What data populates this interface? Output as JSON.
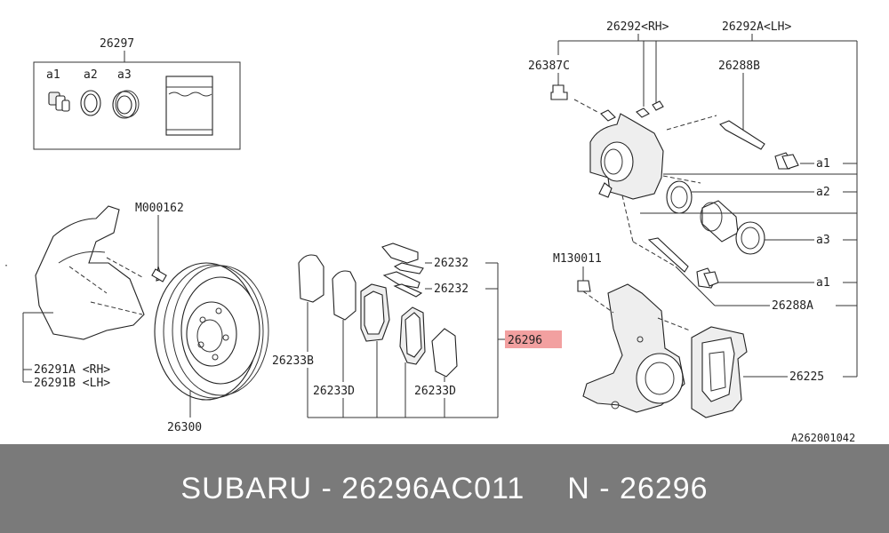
{
  "diagram": {
    "labels": {
      "kit_26297": "26297",
      "a1_top": "a1",
      "a2_top": "a2",
      "a3_top": "a3",
      "m000162": "M000162",
      "l26291a": "26291A <RH>",
      "l26291b": "26291B <LH>",
      "l26300": "26300",
      "l26232_a": "26232",
      "l26232_b": "26232",
      "l26233b": "26233B",
      "l26233d_a": "26233D",
      "l26233d_b": "26233D",
      "l26296": "26296",
      "l26292": "26292<RH>",
      "l26292a": "26292A<LH>",
      "l26387c": "26387C",
      "l26288b": "26288B",
      "a1_r1": "a1",
      "a2_r": "a2",
      "a3_r": "a3",
      "a1_r2": "a1",
      "m130011": "M130011",
      "l26288a": "26288A",
      "l26225": "26225",
      "ref": "A262001042"
    },
    "highlight_color": "#f2a0a0"
  },
  "footer": {
    "brand_part": "SUBARU - 26296AC011",
    "short_ref": "N - 26296",
    "bg_color": "#7a7a7a"
  }
}
